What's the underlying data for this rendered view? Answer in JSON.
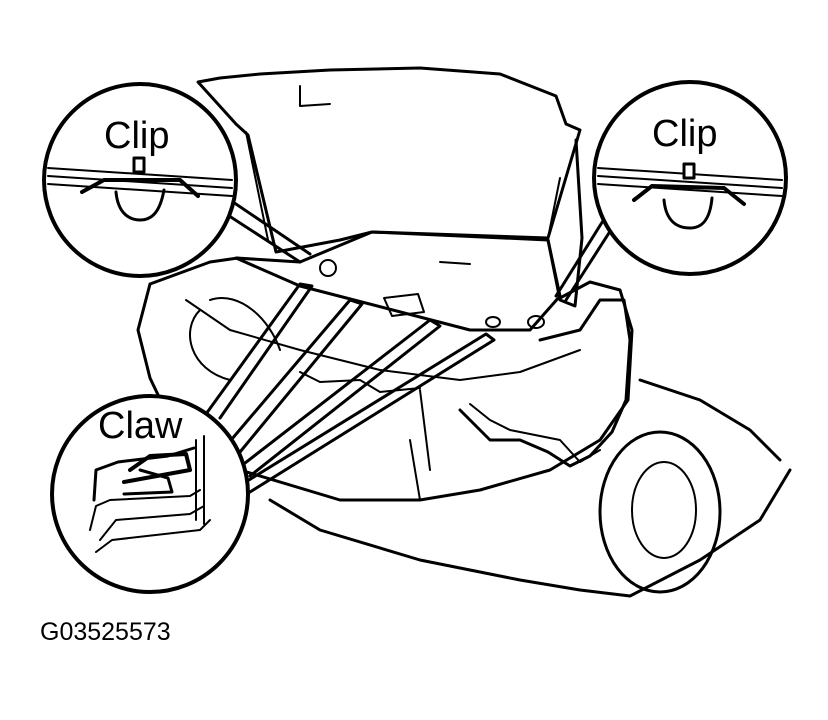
{
  "callouts": {
    "left_clip": "Clip",
    "right_clip": "Clip",
    "claw": "Claw"
  },
  "figure_code": "G03525573"
}
